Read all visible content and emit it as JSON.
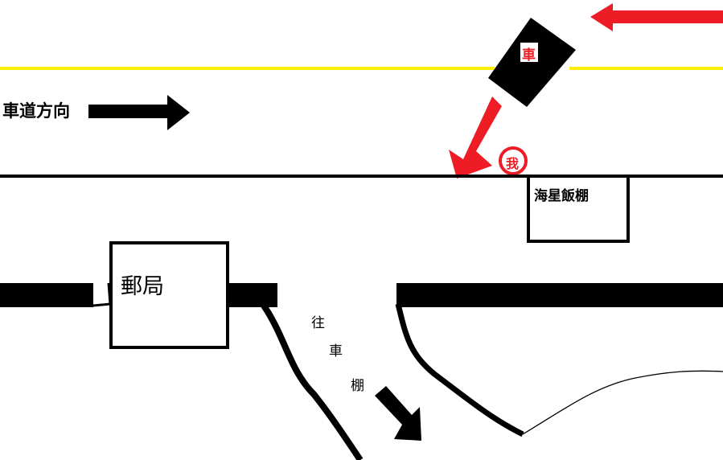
{
  "labels": {
    "traffic_direction": "車道方向",
    "car": "車",
    "me": "我",
    "restaurant": "海星飯棚",
    "post_office": "郵局",
    "to_parking_1": "往",
    "to_parking_2": "車",
    "to_parking_3": "棚"
  },
  "colors": {
    "center_line": "#ffee00",
    "accent_red": "#ee1c24",
    "ink": "#000000"
  }
}
